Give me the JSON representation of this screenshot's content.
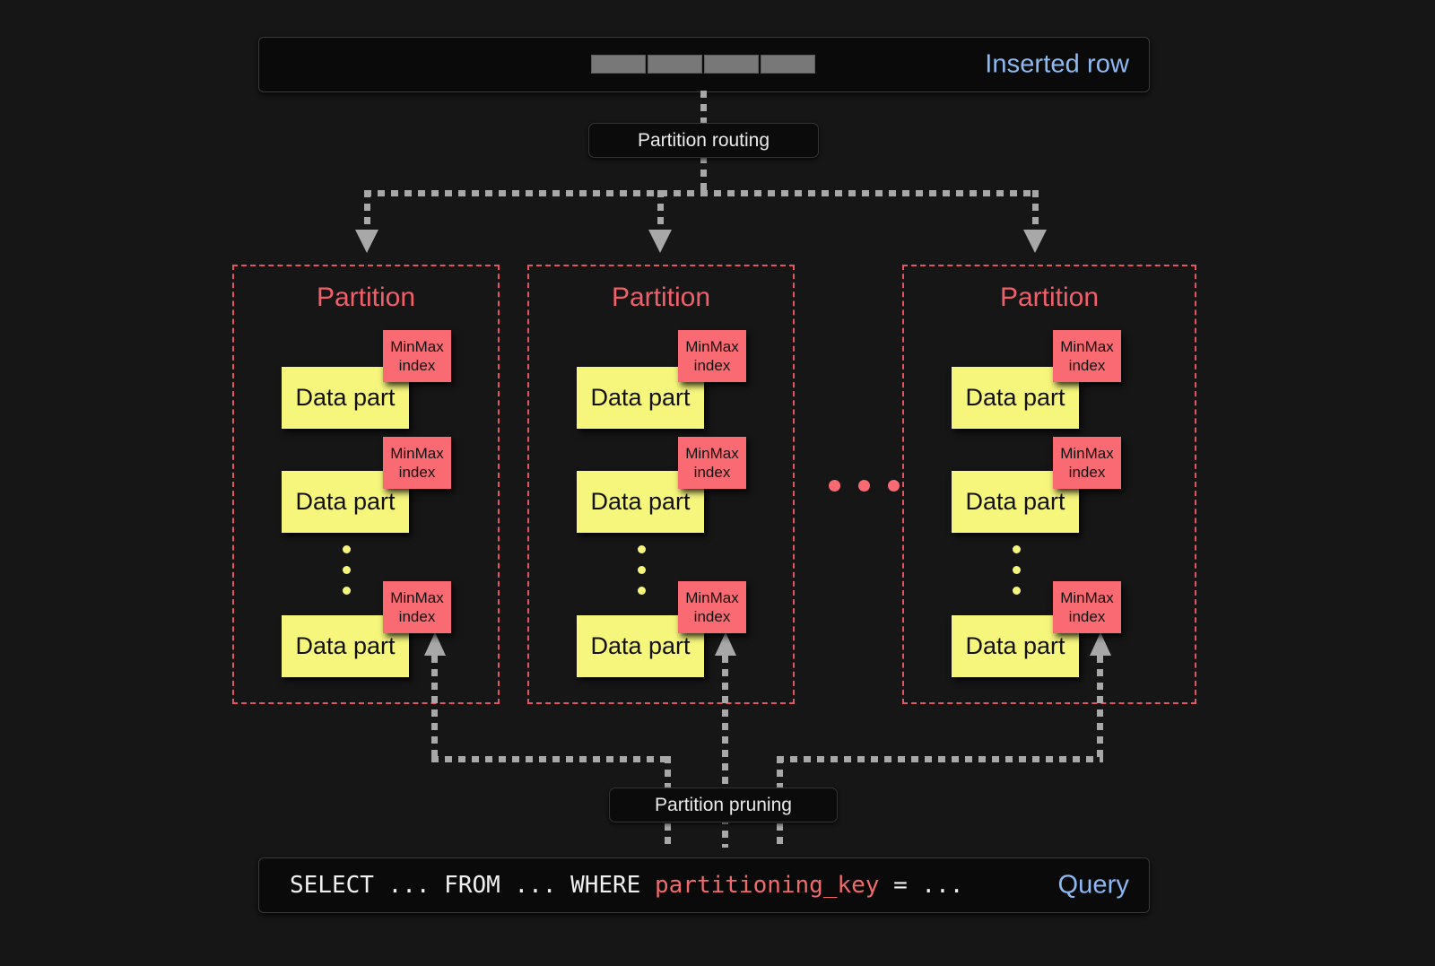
{
  "diagram": {
    "background": "#161616",
    "accent_partition": "#f0606a",
    "accent_data_part": "#f6f67c",
    "accent_minmax": "#fa6a72",
    "accent_label": "#8cb9f2"
  },
  "inserted_row": {
    "label": "Inserted row",
    "cell_count": 4
  },
  "routing": {
    "label": "Partition routing"
  },
  "partitions": [
    {
      "title": "Partition",
      "parts": [
        {
          "data_part_label": "Data part",
          "minmax_line1": "MinMax",
          "minmax_line2": "index"
        },
        {
          "data_part_label": "Data part",
          "minmax_line1": "MinMax",
          "minmax_line2": "index"
        },
        {
          "data_part_label": "Data part",
          "minmax_line1": "MinMax",
          "minmax_line2": "index"
        }
      ]
    },
    {
      "title": "Partition",
      "parts": [
        {
          "data_part_label": "Data part",
          "minmax_line1": "MinMax",
          "minmax_line2": "index"
        },
        {
          "data_part_label": "Data part",
          "minmax_line1": "MinMax",
          "minmax_line2": "index"
        },
        {
          "data_part_label": "Data part",
          "minmax_line1": "MinMax",
          "minmax_line2": "index"
        }
      ]
    },
    {
      "title": "Partition",
      "parts": [
        {
          "data_part_label": "Data part",
          "minmax_line1": "MinMax",
          "minmax_line2": "index"
        },
        {
          "data_part_label": "Data part",
          "minmax_line1": "MinMax",
          "minmax_line2": "index"
        },
        {
          "data_part_label": "Data part",
          "minmax_line1": "MinMax",
          "minmax_line2": "index"
        }
      ]
    }
  ],
  "pruning": {
    "label": "Partition pruning"
  },
  "query": {
    "label": "Query",
    "code_prefix": "SELECT ... FROM ... WHERE ",
    "code_key": "partitioning_key",
    "code_suffix": " = ..."
  }
}
